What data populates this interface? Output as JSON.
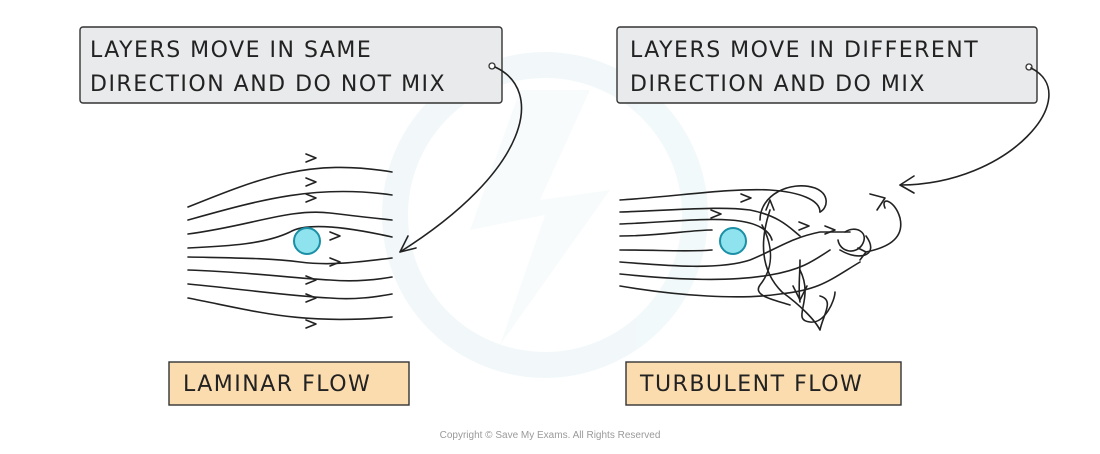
{
  "laminar": {
    "note_line1": "LAYERS MOVE IN SAME",
    "note_line2": "DIRECTION AND DO NOT MIX",
    "label": "LAMINAR FLOW"
  },
  "turbulent": {
    "note_line1": "LAYERS MOVE IN DIFFERENT",
    "note_line2": "DIRECTION AND DO MIX",
    "label": "TURBULENT FLOW"
  },
  "copyright": "Copyright © Save My Exams. All Rights Reserved",
  "colors": {
    "note_fill": "#e9eaeb",
    "label_fill": "#fbdcae",
    "obstacle_fill": "#8fe3ee",
    "obstacle_stroke": "#1b8fa5",
    "ink": "#222222",
    "watermark": "#d9eef3"
  }
}
